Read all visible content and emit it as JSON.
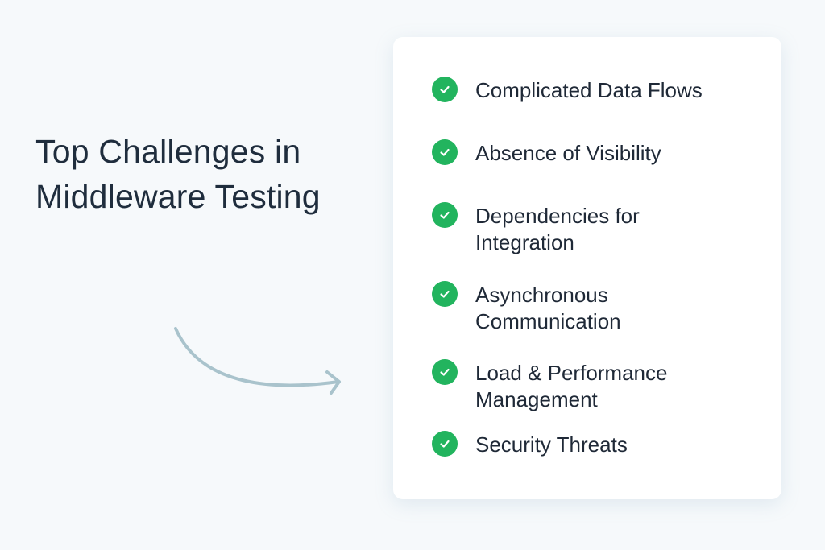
{
  "title": {
    "line1": "Top Challenges in",
    "line2": "Middleware Testing"
  },
  "colors": {
    "check": "#22b45e",
    "text": "#1f2937",
    "arrow": "#a9c3cc",
    "background": "#f6f9fb",
    "card": "#ffffff"
  },
  "challenges": [
    {
      "label": "Complicated Data Flows",
      "icon": "check-circle-icon"
    },
    {
      "label": "Absence of Visibility",
      "icon": "check-circle-icon"
    },
    {
      "label": "Dependencies for\nIntegration",
      "icon": "check-circle-icon"
    },
    {
      "label": "Asynchronous\nCommunication",
      "icon": "check-circle-icon"
    },
    {
      "label": "Load & Performance\nManagement",
      "icon": "check-circle-icon"
    },
    {
      "label": "Security Threats",
      "icon": "check-circle-icon"
    }
  ]
}
